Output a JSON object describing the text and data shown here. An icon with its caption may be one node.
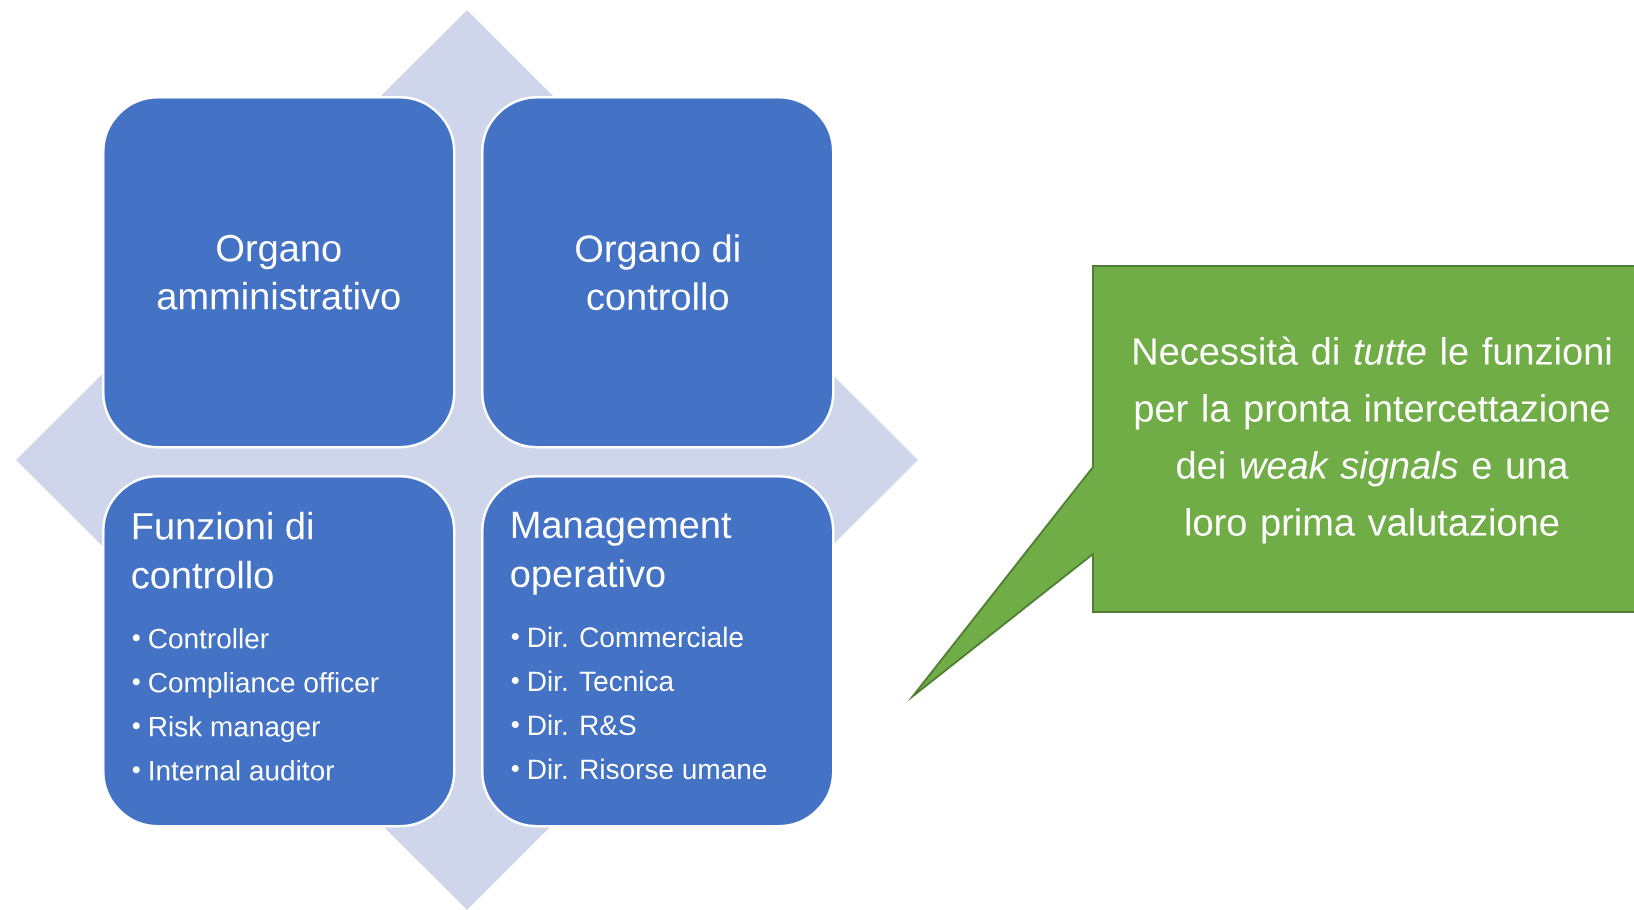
{
  "diagram": {
    "nodes": [
      {
        "text": [
          "Organo amministrativo"
        ]
      },
      {
        "text": [
          "Organo di controllo"
        ]
      },
      {
        "text": [
          "Funzioni di controllo",
          "Controller",
          "Compliance officer",
          "Risk manager",
          "Internal auditor"
        ]
      },
      {
        "text": [
          "Management operativo",
          "Dir. Commerciale",
          "Dir. Tecnica",
          "Dir. R&S",
          "Dir. Risorse umane"
        ]
      },
      {
        "text": [
          "Necessità di *tutte* le funzioni per la pronta intercettazione dei *weak signals* e una loro prima valutazione"
        ]
      }
    ]
  }
}
